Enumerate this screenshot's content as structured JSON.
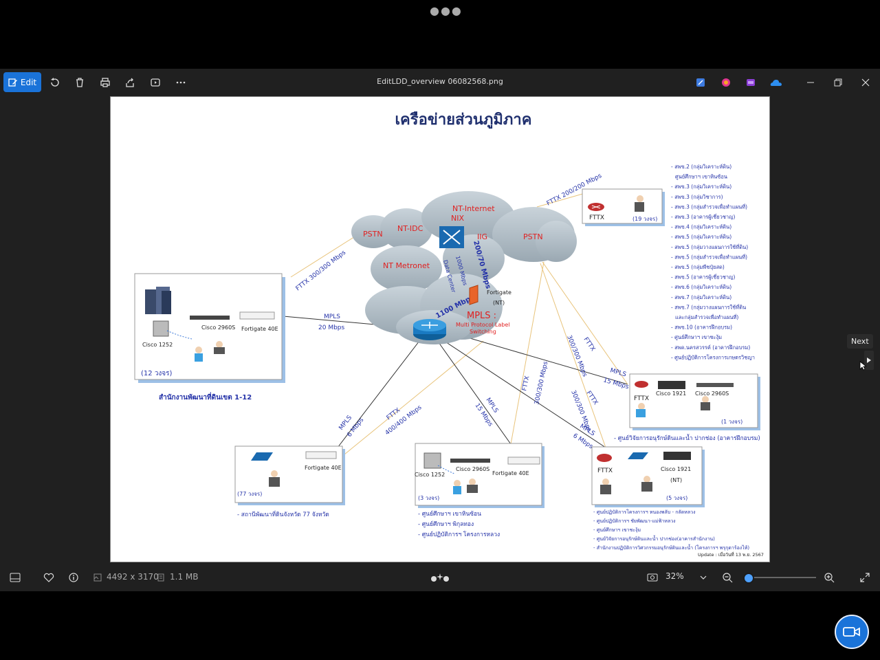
{
  "toolbar": {
    "edit_label": "Edit",
    "file_title": "EditLDD_overview 06082568.png"
  },
  "bottom": {
    "dimensions": "4492 x 3170",
    "file_size": "1.1 MB",
    "zoom": "32%",
    "zoom_fraction": 0.04
  },
  "nav": {
    "next_tooltip": "Next"
  },
  "diagram": {
    "title": "เครือข่ายส่วนภูมิภาค",
    "clouds": {
      "pstn_left": "PSTN",
      "nt_idc": "NT-IDC",
      "nt_internet": "NT-Internet",
      "nix": "NIX",
      "iig": "IIG",
      "pstn_right": "PSTN",
      "nt_metronet": "NT Metronet",
      "data_center": "Data Center",
      "mpls_title": "MPLS :",
      "mpls_sub1": "Multi Protocol Label",
      "mpls_sub2": "Switching"
    },
    "core_labels": {
      "fortigate_nt": "Fortigate",
      "nt": "(NT)",
      "bw_1000": "1000 Mbps",
      "bw_200_70": "200/70 Mbps",
      "bw_1100": "1100 Mbps"
    },
    "links": {
      "fttx_300_left": "FTTX 300/300 Mbps",
      "fttx_200_top": "FTTX 200/200 Mbps",
      "mpls_left": "MPLS",
      "mpls_left_bw": "20 Mbps",
      "mpls_bl": "MPLS",
      "mpls_bl_bw": "6 Mbps",
      "fttx_400": "FTTX",
      "fttx_400_bw": "400/400 Mbps",
      "mpls_bc": "MPLS",
      "mpls_bc_bw": "15 Mbps",
      "fttx_bc": "FTTX",
      "fttx_bc_bw": "300/300 Mbps",
      "mpls_br": "MPLS",
      "mpls_br_bw": "6 Mbps",
      "fttx_br": "FTTX",
      "fttx_br_bw": "300/300 Mbps",
      "fttx_r": "FTTX",
      "fttx_r_bw": "300/300 Mbps",
      "mpls_r": "MPLS",
      "mpls_r_bw": "15 Mbps"
    },
    "left_box": {
      "cisco_2960": "Cisco 2960S",
      "fortigate": "Fortigate 40E",
      "cisco_1252": "Cisco 1252",
      "count": "(12 วงจร)",
      "caption": "สำนักงานพัฒนาที่ดินเขต 1-12"
    },
    "top_right_box": {
      "fttx": "FTTX",
      "count": "(19 วงจร)"
    },
    "right_box": {
      "fttx": "FTTX",
      "cisco_1921": "Cisco 1921",
      "cisco_2960": "Cisco 2960S",
      "count": "(1 วงจร)",
      "caption": "- ศูนย์วิจัยการอนุรักษ์ดินและน้ำ ปากช่อง (อาคารฝึกอบรม)"
    },
    "bl_box": {
      "fortigate": "Fortigate 40E",
      "count": "(77 วงจร)",
      "caption": "- สถานีพัฒนาที่ดินจังหวัด 77 จังหวัด"
    },
    "bc_box": {
      "cisco_2960": "Cisco 2960S",
      "fortigate": "Fortigate 40E",
      "cisco_1252": "Cisco 1252",
      "count": "(3 วงจร)",
      "captions": [
        "- ศูนย์ศึกษาฯ เขาหินซ้อน",
        "- ศูนย์ศึกษาฯ พิกุลทอง",
        "- ศูนย์ปฏิบัติการฯ โครงการหลวง"
      ]
    },
    "br_box": {
      "fttx": "FTTX",
      "cisco_1921": "Cisco 1921",
      "nt": "(NT)",
      "count": "(5 วงจร)",
      "captions": [
        "- ศูนย์ปฏิบัติการโครงการฯ หนองพลับ - กลัดหลวง",
        "- ศูนย์ปฏิบัติการฯ ชัยพัฒนา-แม่ฟ้าหลวง",
        "- ศูนย์ศึกษาฯ เขาชะงุ้ม",
        "- ศูนย์วิจัยการอนุรักษ์ดินและน้ำ ปากช่อง(อาคารสำนักงาน)",
        "- สำนักงานปฏิบัติการวิศวกรรมอนุรักษ์ดินและน้ำ (โครงการฯ พรุกุดาร้องไห้)"
      ],
      "update": "Update : เมื่อวันที่ 13 พ.ย. 2567"
    },
    "right_list": [
      "- สพข.2 (กลุ่มวิเคราะห์ดิน)",
      "ศูนย์ศึกษาฯ เขาหินซ้อน",
      "- สพข.3 (กลุ่มวิเคราะห์ดิน)",
      "- สพข.3 (กลุ่มวิชาการ)",
      "- สพข.3 (กลุ่มสำรวจเพื่อทำแผนที่)",
      "- สพข.3 (อาคารผู้เชี่ยวชาญ)",
      "- สพข.4 (กลุ่มวิเคราะห์ดิน)",
      "- สพข.5 (กลุ่มวิเคราะห์ดิน)",
      "- สพข.5 (กลุ่มวางแผนการใช้ที่ดิน)",
      "- สพข.5 (กลุ่มสำรวจเพื่อทำแผนที่)",
      "- สพข.5 (กลุ่มพืชปุ๋ยสด)",
      "- สพข.5 (อาคารผู้เชี่ยวชาญ)",
      "- สพข.6 (กลุ่มวิเคราะห์ดิน)",
      "- สพข.7 (กลุ่มวิเคราะห์ดิน)",
      "- สพข.7 (กลุ่มวางแผนการใช้ที่ดิน",
      "และกลุ่มสำรวจเพื่อทำแผนที่)",
      "- สพข.10 (อาคารฝึกอบรม)",
      "- ศูนย์ศึกษาฯ เขาชะงุ้ม",
      "- สพด.นครสวรรค์ (อาคารฝึกอบรม)",
      "- ศูนย์ปฏิบัติการโครงการเกษตรวิชญา"
    ]
  }
}
